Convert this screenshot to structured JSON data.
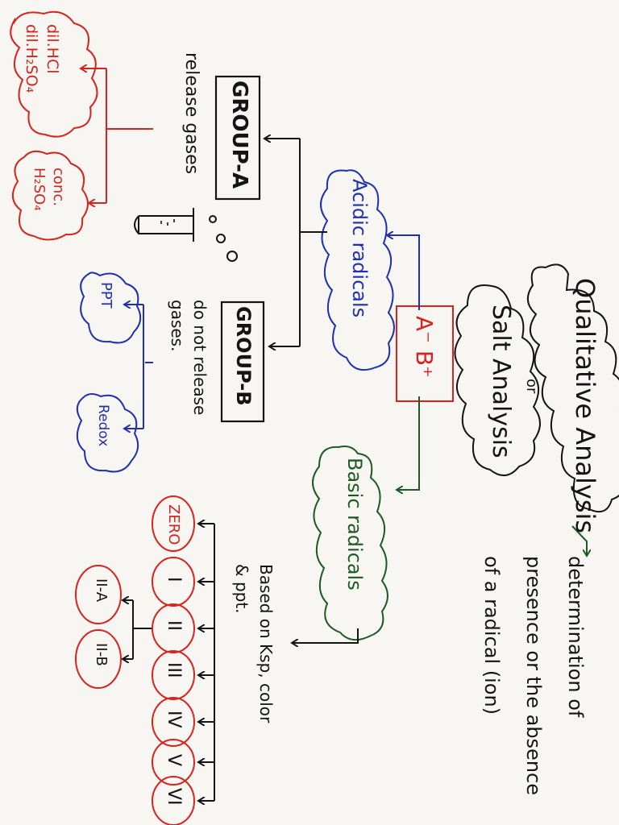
{
  "colors": {
    "black": "#141414",
    "red": "#d8231d",
    "blue": "#1f2fb0",
    "green": "#1d5a23",
    "paper": "#f7f6f2"
  },
  "title": "Qualitative Analysis",
  "or": "or",
  "salt": "Salt Analysis",
  "definition": "determination of presence or the absence of a radical (ion)",
  "ab": "A⁻ B⁺",
  "acidic": "Acidic radicals",
  "basic": "Basic radicals",
  "groupA": {
    "label": "GROUP-A",
    "note": "release gases"
  },
  "groupB": {
    "label": "GROUP-B",
    "note": "do not release gases."
  },
  "acids": {
    "dil": "dil.HCl dil.H₂SO₄",
    "conc": "conc. H₂SO₄"
  },
  "groupB_types": {
    "ppt": "PPT",
    "redox": "Redox"
  },
  "basis": "Based on Ksp, color & ppt.",
  "groups": [
    "ZERO",
    "I",
    "II",
    "III",
    "IV",
    "V",
    "VI"
  ],
  "subgroups": [
    "II-A",
    "II-B"
  ]
}
